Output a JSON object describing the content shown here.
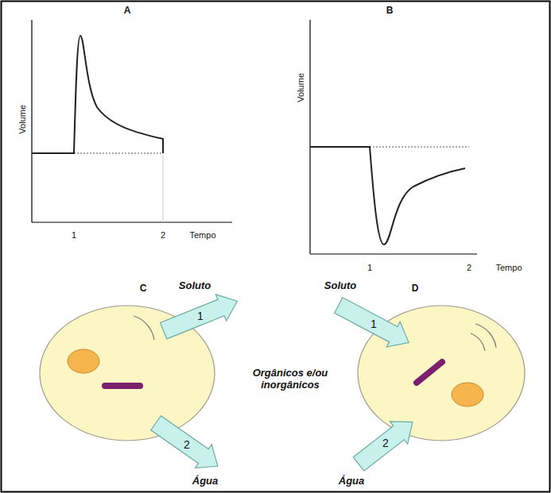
{
  "diagram": {
    "nodes": [
      {
        "text": [
          "1"
        ]
      },
      {
        "text": [
          "2"
        ]
      },
      {
        "text": [
          "1"
        ]
      },
      {
        "text": [
          "2"
        ]
      }
    ],
    "labels": [
      "A",
      "Volume",
      "1",
      "2",
      "Tempo",
      "B",
      "Volume",
      "1",
      "2",
      "Tempo",
      "C",
      "D",
      "Soluto",
      "Água",
      "Orgânicos e/ou inorgânicos",
      "Soluto",
      "Água"
    ]
  }
}
